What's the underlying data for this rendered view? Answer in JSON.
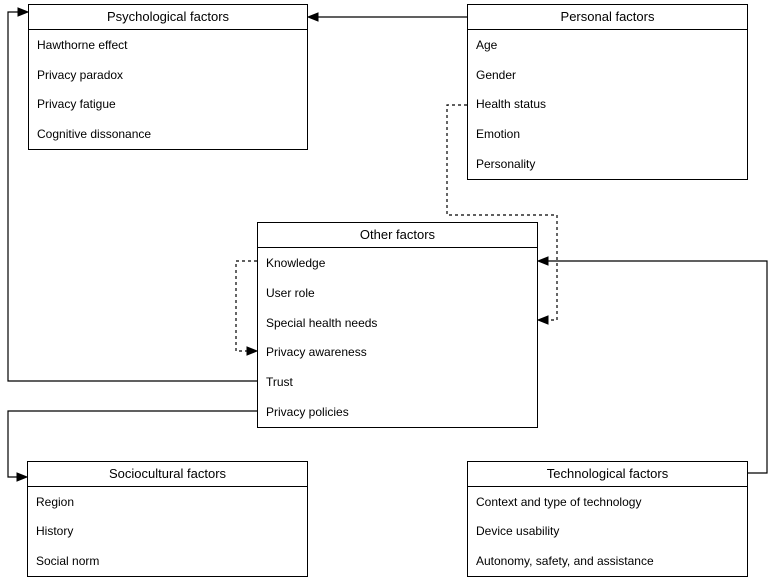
{
  "diagram": {
    "background_color": "#ffffff",
    "line_color": "#000000",
    "text_color": "#000000",
    "boxes": {
      "psychological": {
        "title": "Psychological factors",
        "items": [
          "Hawthorne effect",
          "Privacy paradox",
          "Privacy fatigue",
          "Cognitive dissonance"
        ]
      },
      "personal": {
        "title": "Personal factors",
        "items": [
          "Age",
          "Gender",
          "Health status",
          "Emotion",
          "Personality"
        ]
      },
      "other": {
        "title": "Other factors",
        "items": [
          "Knowledge",
          "User role",
          "Special health needs",
          "Privacy awareness",
          "Trust",
          "Privacy policies"
        ]
      },
      "sociocultural": {
        "title": "Sociocultural factors",
        "items": [
          "Region",
          "History",
          "Social norm"
        ]
      },
      "technological": {
        "title": "Technological factors",
        "items": [
          "Context and type of technology",
          "Device usability",
          "Autonomy, safety, and assistance"
        ]
      }
    },
    "connectors": [
      {
        "from": "Personal factors",
        "to": "Psychological factors",
        "style": "solid-arrow"
      },
      {
        "from": "Other factors (Trust)",
        "to": "Psychological factors",
        "style": "solid-arrow"
      },
      {
        "from": "Technological factors",
        "to": "Other factors (Knowledge)",
        "style": "solid-arrow"
      },
      {
        "from": "Other factors (Privacy policies)",
        "to": "Sociocultural factors",
        "style": "solid-arrow"
      },
      {
        "from": "Personal factors (Health status)",
        "to": "Other factors (Special health needs)",
        "style": "dashed-arrow"
      },
      {
        "from": "Other factors (Knowledge)",
        "to": "Other factors (Privacy awareness)",
        "style": "dashed-arrow"
      }
    ]
  }
}
